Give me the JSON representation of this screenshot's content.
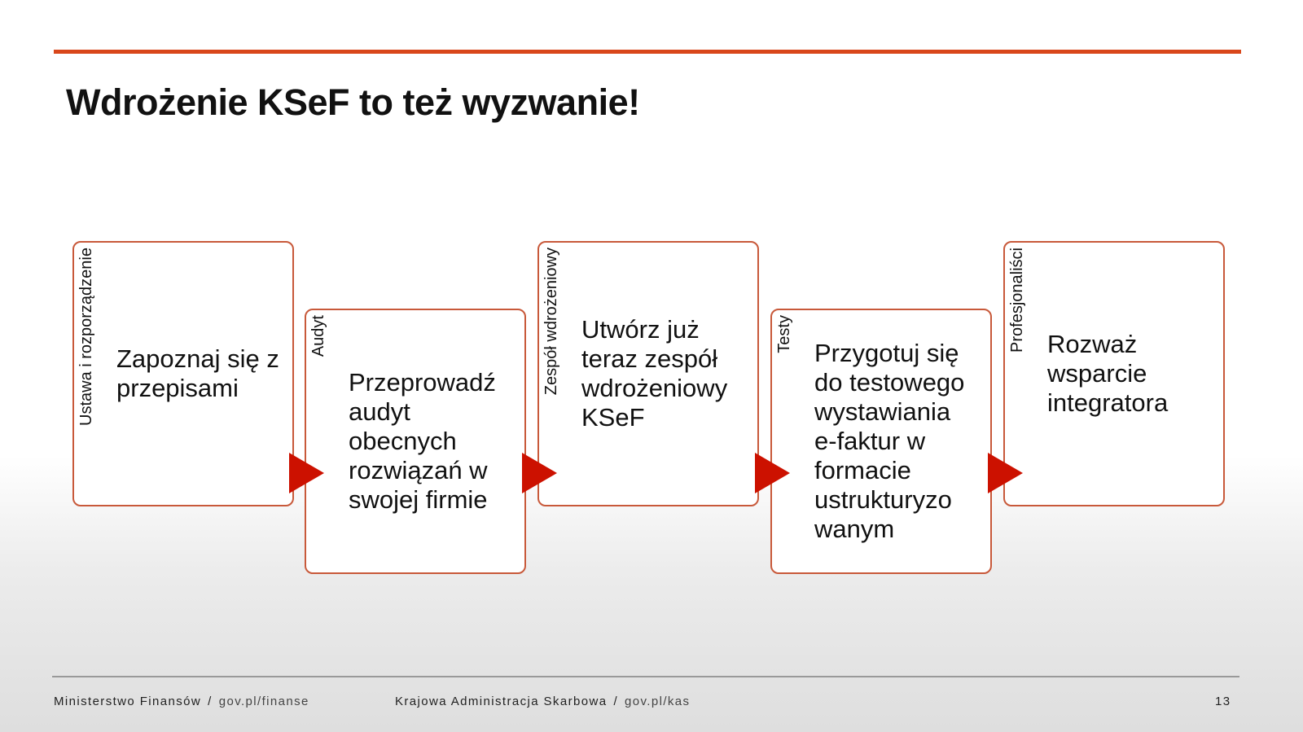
{
  "slide": {
    "title": "Wdrożenie KSeF to też wyzwanie!",
    "accent_color": "#d9471b",
    "arrow_color": "#cc1100",
    "steps": [
      {
        "label": "Ustawa i rozporządzenie",
        "text": "Zapoznaj się z\nprzepisami"
      },
      {
        "label": "Audyt",
        "text": "Przeprowadź\naudyt\nobecnych\nrozwiązań w\nswojej firmie"
      },
      {
        "label": "Zespół wdrożeniowy",
        "text": "Utwórz już\nteraz zespół\nwdrożeniowy\nKSeF"
      },
      {
        "label": "Testy",
        "text": "Przygotuj się\ndo testowego\nwystawiania\ne-faktur w\nformacie\nustrukturyzo\nwanym"
      },
      {
        "label": "Profesjonaliści",
        "text": "Rozważ\nwsparcie\nintegratora"
      }
    ]
  },
  "footer": {
    "org1": "Ministerstwo Finansów",
    "url1": "gov.pl/finanse",
    "org2": "Krajowa Administracja Skarbowa",
    "url2": "gov.pl/kas",
    "separator": "/",
    "page_number": "13"
  }
}
